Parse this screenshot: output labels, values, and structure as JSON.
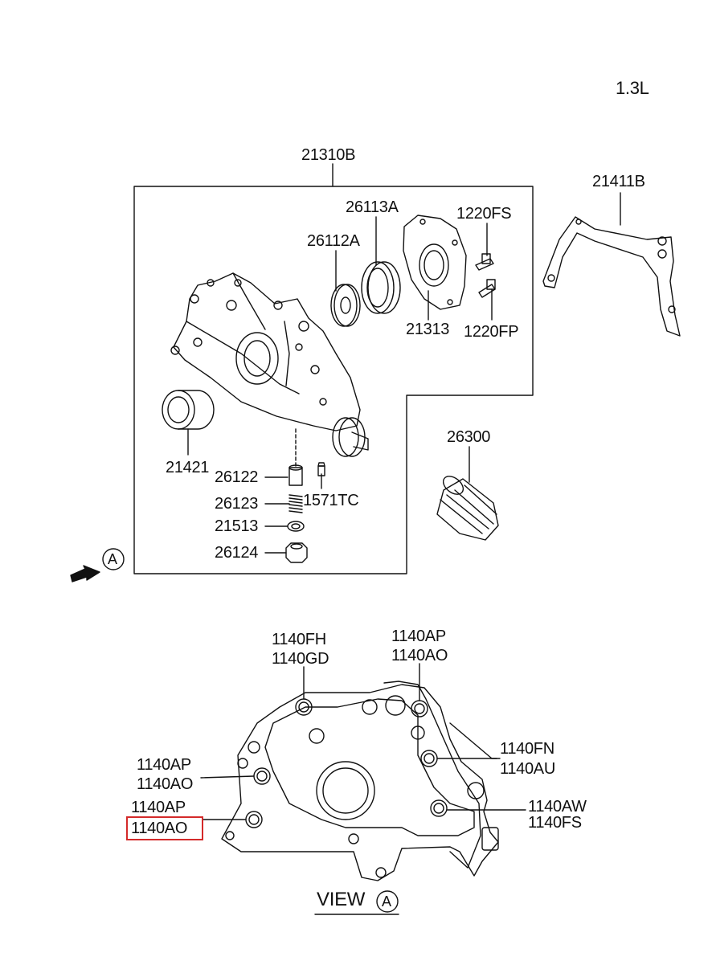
{
  "engine_variant": "1.3L",
  "assembly": {
    "part": "21310B",
    "components": {
      "front_cover_seal": "21421",
      "rotor_inner": "26112A",
      "rotor_outer": "26113A",
      "pump_cover": "21313",
      "screw_upper": "1220FS",
      "screw_lower": "1220FP",
      "relief_plunger": "26122",
      "relief_spring": "26123",
      "relief_gasket": "21513",
      "relief_plug": "26124",
      "sensor_plug": "1571TC"
    }
  },
  "gasket": "21411B",
  "oil_filter": "26300",
  "view_marker": "A",
  "view_label": {
    "word": "VIEW",
    "letter": "A"
  },
  "bolts": {
    "top_left_1": "1140FH",
    "top_left_2": "1140GD",
    "top_right_1": "1140AP",
    "top_right_2": "1140AO",
    "left_upper_1": "1140AP",
    "left_upper_2": "1140AO",
    "left_lower_1": "1140AP",
    "left_lower_2": "1140AO",
    "right_upper_1": "1140FN",
    "right_upper_2": "1140AU",
    "right_lower_1": "1140AW",
    "right_lower_2": "1140FS"
  },
  "highlight_color": "#d42a2a",
  "line_color": "#111111"
}
